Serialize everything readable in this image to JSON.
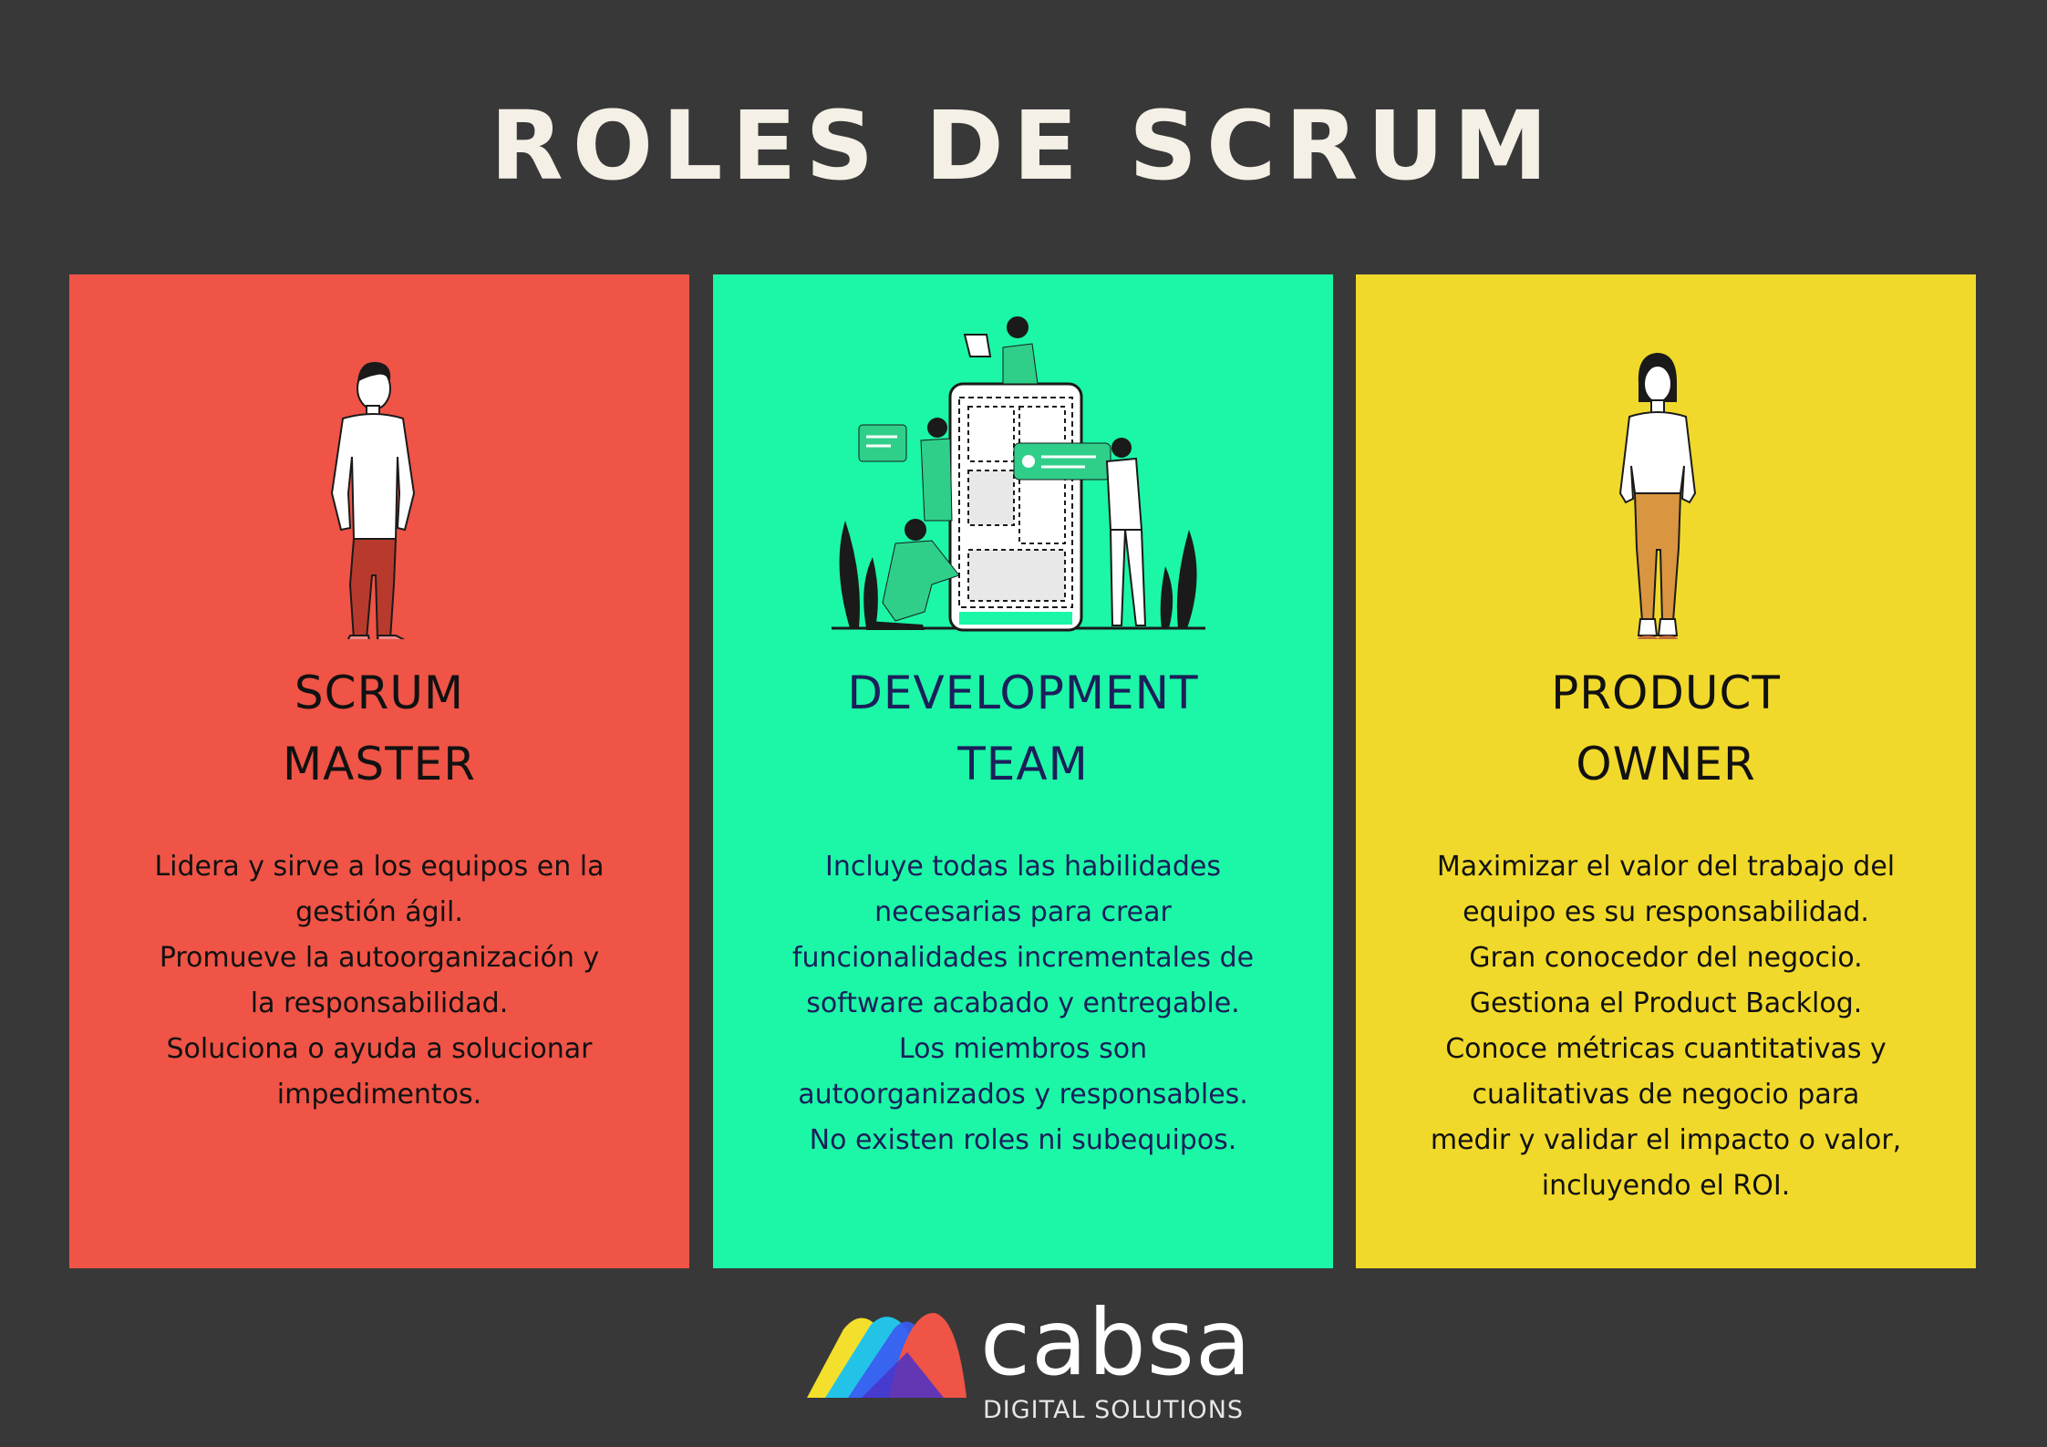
{
  "title": "ROLES DE SCRUM",
  "colors": {
    "background": "#383838",
    "card_scrum_master": "#ef5446",
    "card_dev_team": "#1bf7a7",
    "card_product_owner": "#f1d92b",
    "dev_team_text": "#1b1f5a"
  },
  "cards": [
    {
      "illustration": "man-standing-illustration",
      "title_lines": [
        "SCRUM",
        "MASTER"
      ],
      "description_lines": [
        "Lidera y sirve a los equipos en la",
        "gestión ágil.",
        "Promueve la autoorganización y",
        "la responsabilidad.",
        "Soluciona o ayuda a solucionar",
        "impedimentos."
      ]
    },
    {
      "illustration": "team-building-app-illustration",
      "title_lines": [
        "DEVELOPMENT",
        "TEAM"
      ],
      "description_lines": [
        "Incluye todas las habilidades",
        "necesarias para crear",
        "funcionalidades incrementales de",
        "software acabado y entregable.",
        "Los miembros son",
        "autoorganizados y responsables.",
        "No existen roles ni subequipos."
      ]
    },
    {
      "illustration": "woman-standing-illustration",
      "title_lines": [
        "PRODUCT",
        "OWNER"
      ],
      "description_lines": [
        "Maximizar el valor del trabajo del",
        "equipo es su responsabilidad.",
        "Gran conocedor del negocio.",
        "Gestiona el Product Backlog.",
        "Conoce métricas cuantitativas y",
        "cualitativas de negocio para",
        "medir y validar el impacto o valor,",
        "incluyendo el ROI."
      ]
    }
  ],
  "footer": {
    "brand": "cabsa",
    "tagline": "DIGITAL SOLUTIONS"
  }
}
